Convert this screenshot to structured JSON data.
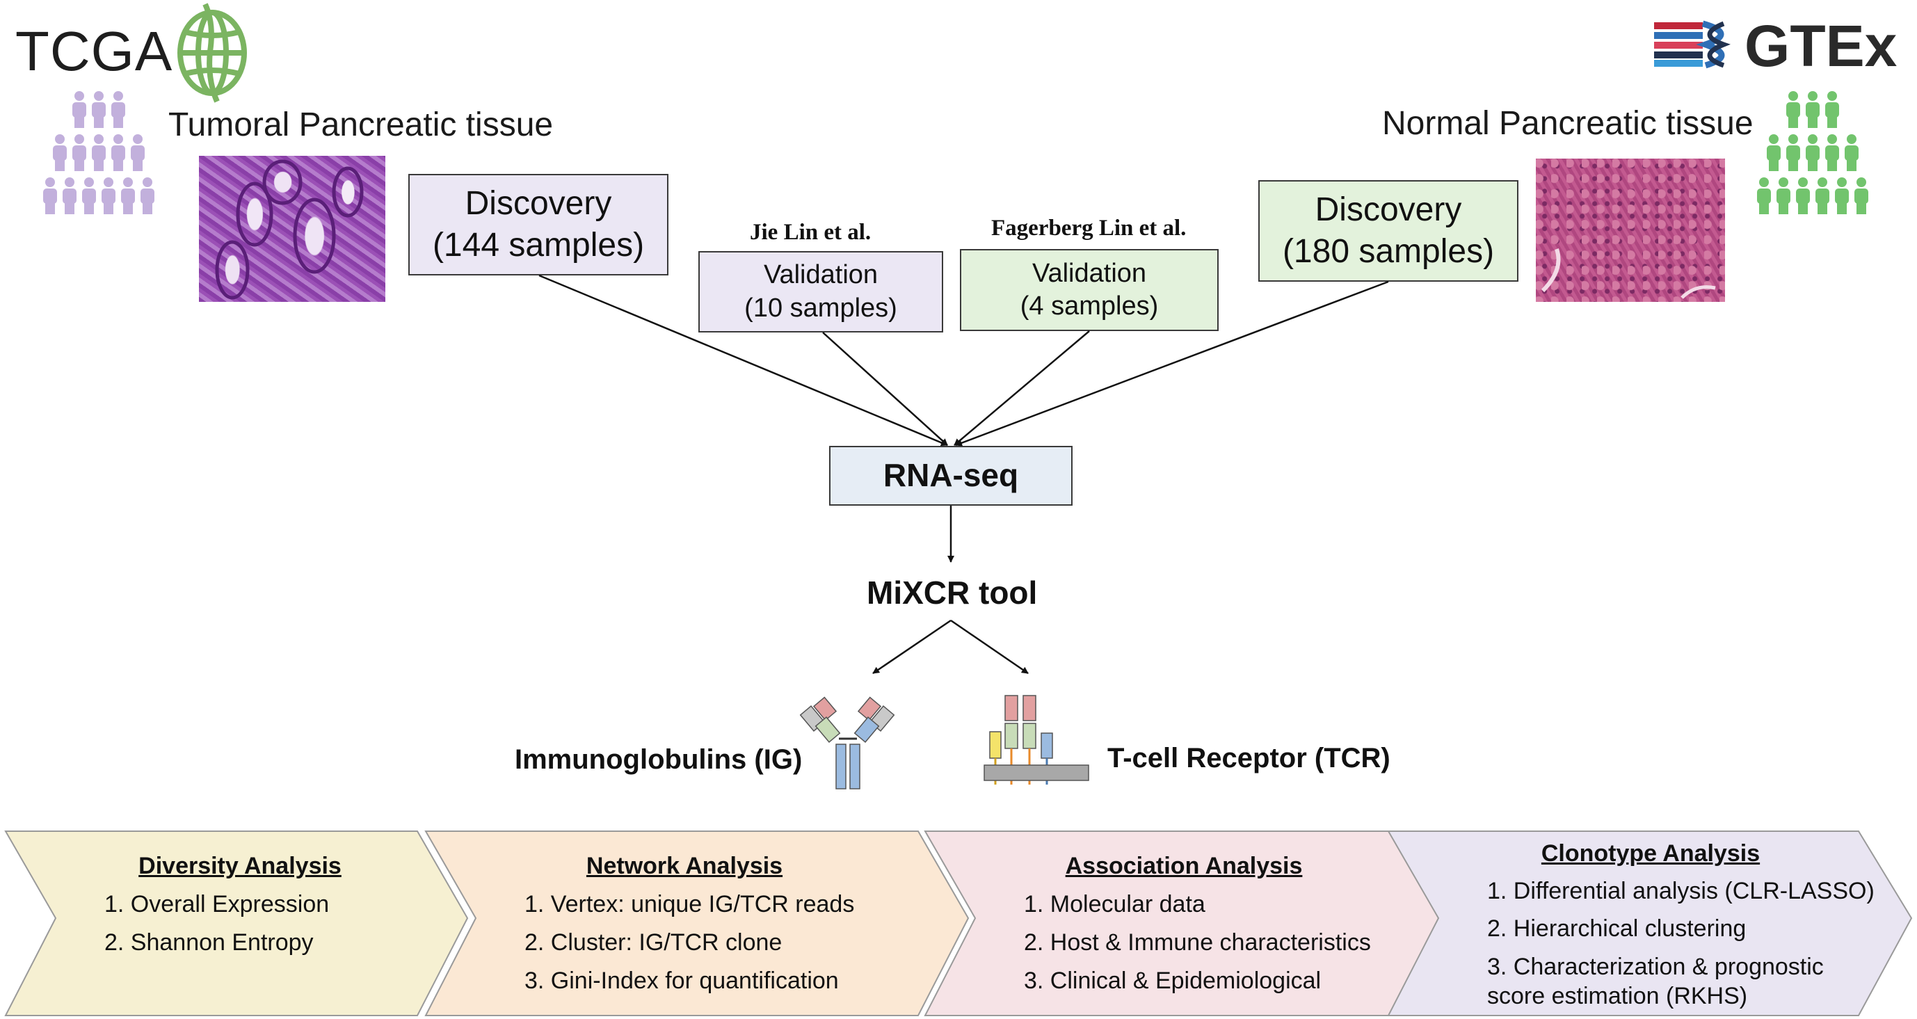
{
  "logos": {
    "left": "TCGA",
    "right": "GTEx"
  },
  "tissue": {
    "left_title": "Tumoral Pancreatic tissue",
    "right_title": "Normal Pancreatic tissue"
  },
  "boxes": {
    "discovery_tumor": {
      "line1": "Discovery",
      "line2": "(144 samples)"
    },
    "validation_jie": {
      "author": "Jie Lin et al.",
      "line1": "Validation",
      "line2": "(10 samples)"
    },
    "validation_fagerberg": {
      "author": "Fagerberg Lin et al.",
      "line1": "Validation",
      "line2": "(4 samples)"
    },
    "discovery_normal": {
      "line1": "Discovery",
      "line2": "(180 samples)"
    }
  },
  "pipeline": {
    "rnaseq": "RNA-seq",
    "mixcr": "MiXCR tool",
    "ig": "Immunoglobulins (IG)",
    "tcr": "T-cell Receptor (TCR)"
  },
  "colors": {
    "tcga_globe": "#7bb461",
    "people_purple": "#c2b0dc",
    "people_green": "#72c46d",
    "chev_yellow": "#f6f0d2",
    "chev_orange": "#fbe8d4",
    "chev_pink": "#f6e3e6",
    "chev_lavender": "#e9e5f2"
  },
  "analyses": [
    {
      "title": "Diversity Analysis",
      "items": [
        "1. Overall Expression",
        "2. Shannon Entropy"
      ]
    },
    {
      "title": "Network Analysis",
      "items": [
        "1. Vertex: unique IG/TCR reads",
        "2. Cluster: IG/TCR clone",
        "3. Gini-Index for quantification"
      ]
    },
    {
      "title": "Association Analysis",
      "items": [
        "1. Molecular data",
        "2. Host & Immune characteristics",
        "3. Clinical & Epidemiological"
      ]
    },
    {
      "title": "Clonotype Analysis",
      "items": [
        "1. Differential analysis (CLR-LASSO)",
        "2. Hierarchical clustering",
        "3. Characterization & prognostic",
        "score estimation (RKHS)"
      ]
    }
  ]
}
